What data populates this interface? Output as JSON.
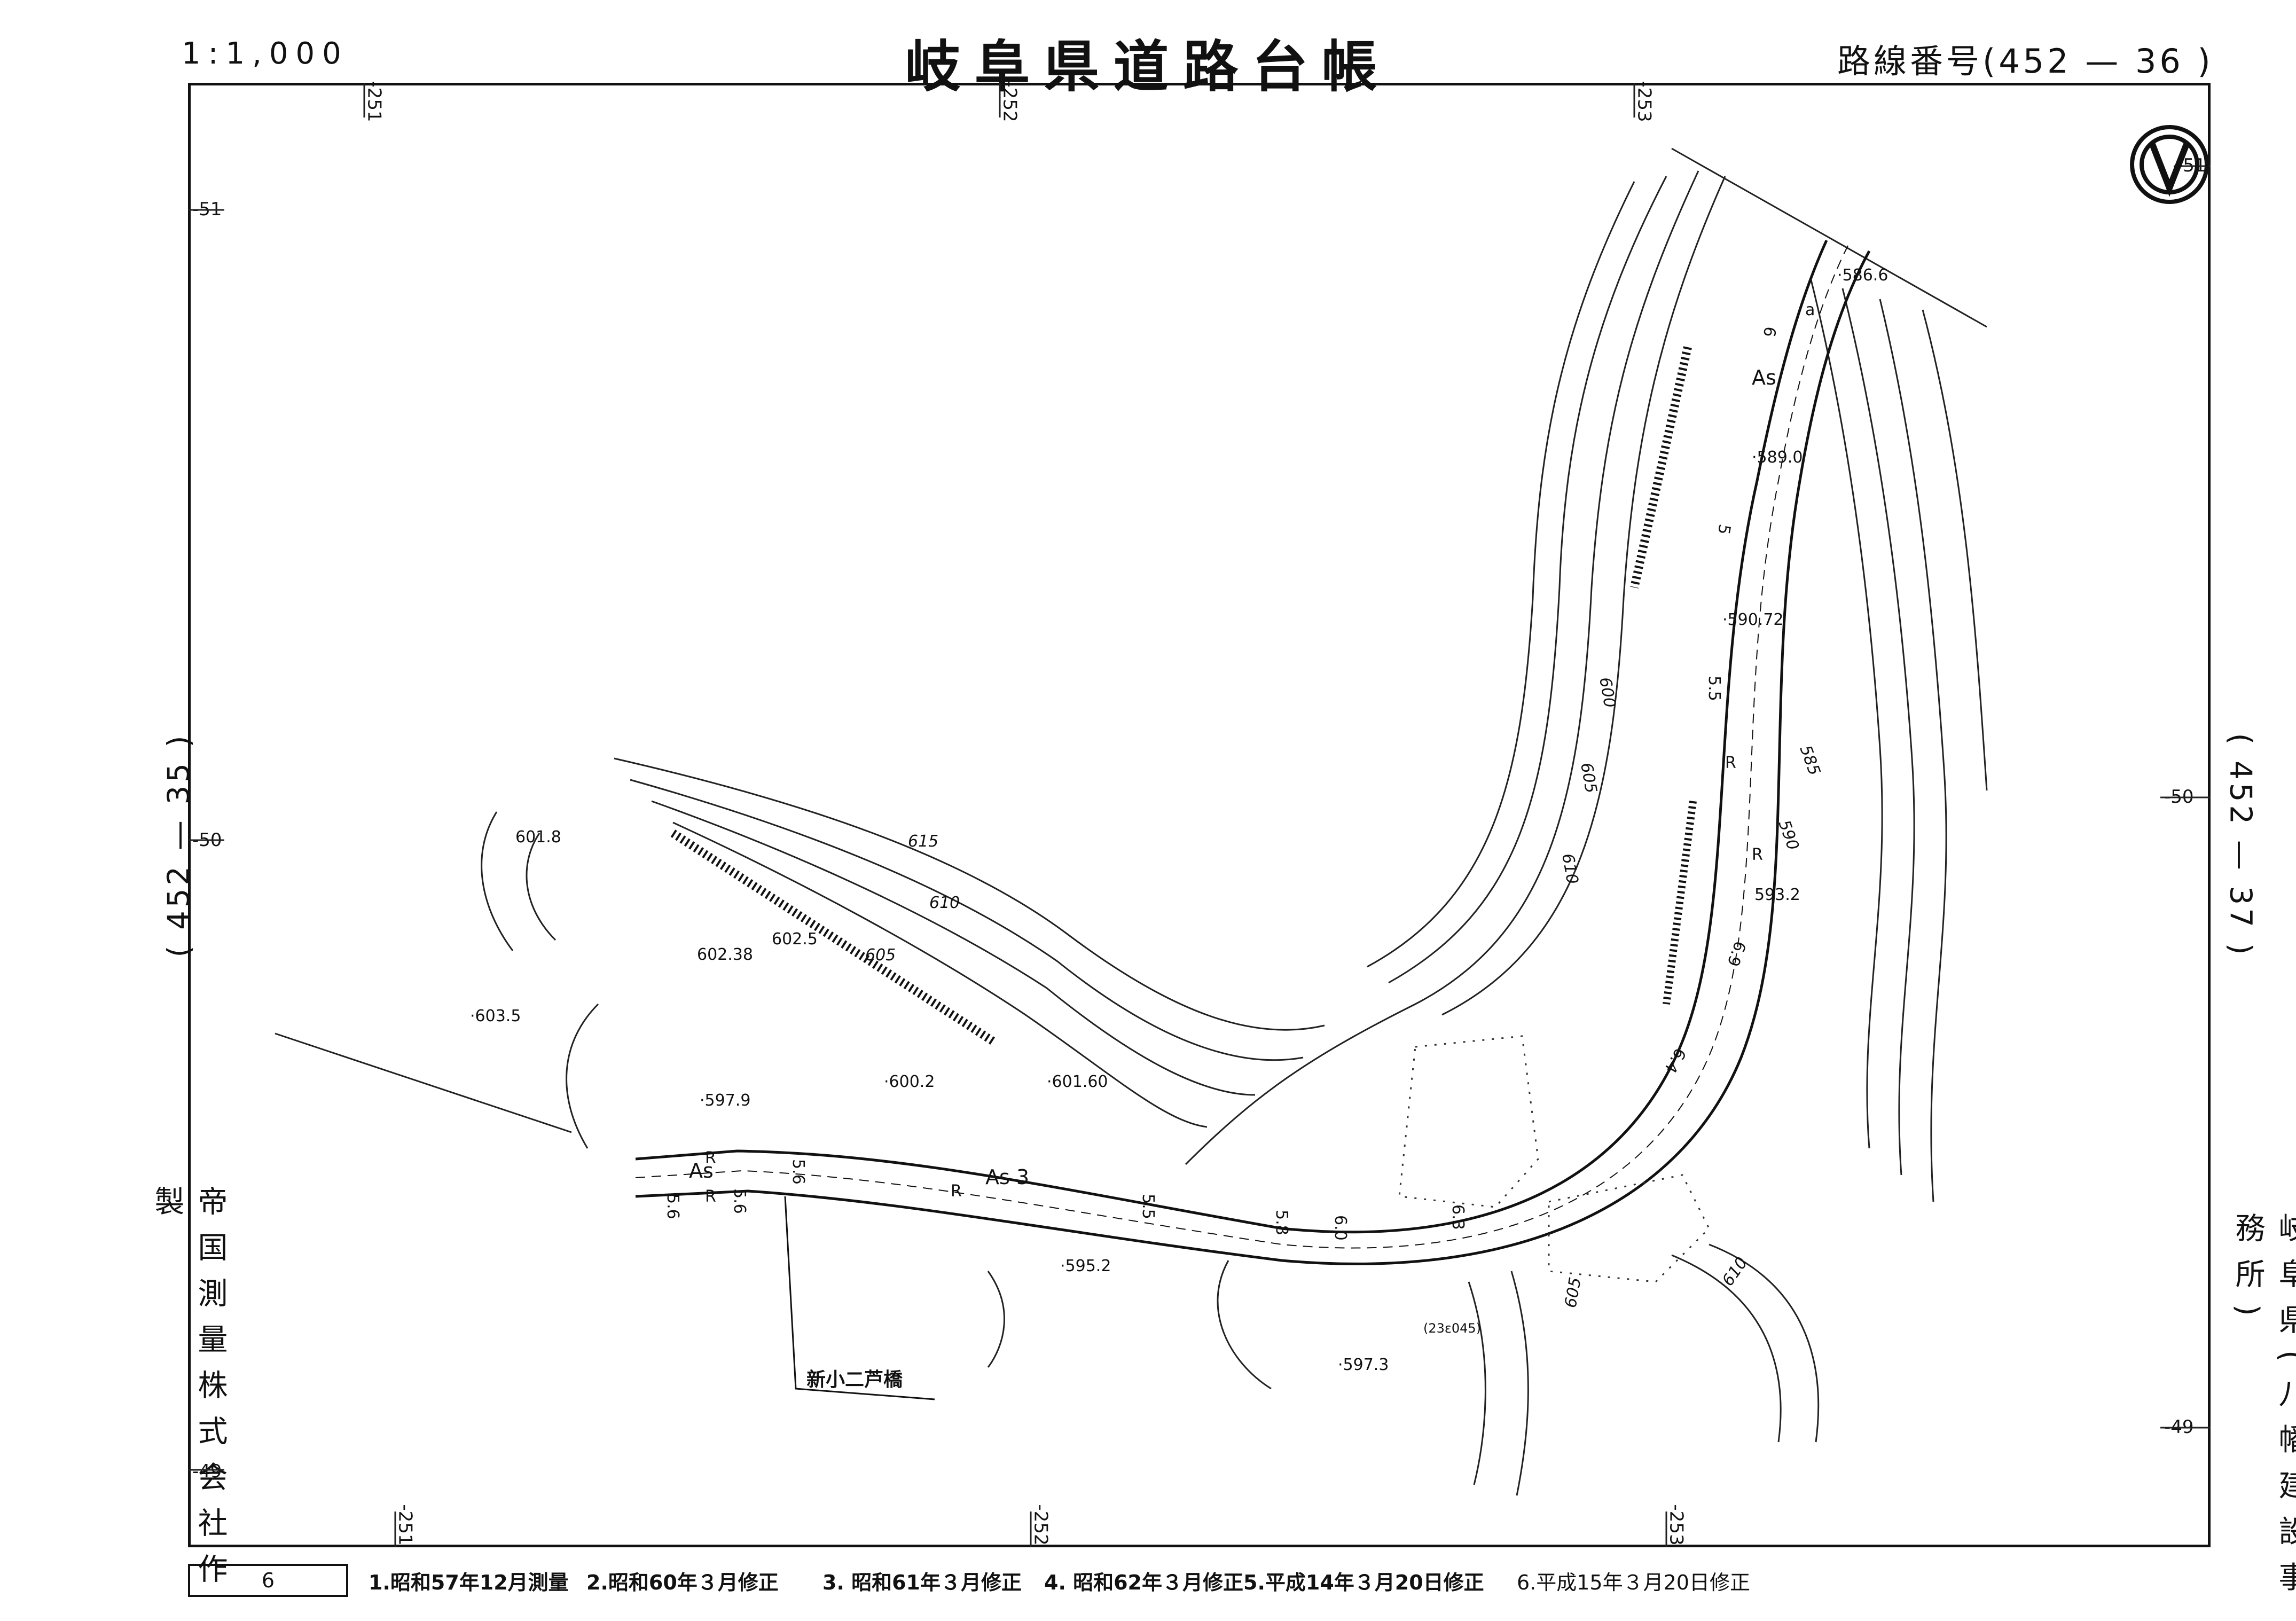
{
  "header": {
    "scale": "1:1,000",
    "title": "岐阜県道路台帳",
    "route_number": "路線番号(452 — 36 )"
  },
  "adjacent_sheets": {
    "left": "( 452 — 35 )",
    "right": "( 452 — 37 )"
  },
  "side_text": {
    "maker": "帝国測量株式会社作製",
    "office": "岐阜県(八幡建設事務所)"
  },
  "grid_labels": {
    "top": [
      "-251",
      "-252",
      "-253"
    ],
    "bottom": [
      "-251",
      "-252",
      "-253"
    ],
    "left": [
      "-51",
      "-50",
      "-49"
    ],
    "right": [
      "-51",
      "-50",
      "-49"
    ]
  },
  "map": {
    "elevations": [
      "586.6",
      "589.0",
      "590.72",
      "593.2",
      "601.8",
      "603.5",
      "602.38",
      "602.5",
      "600.2",
      "601.60",
      "597.9",
      "595.2",
      "597.3"
    ],
    "contours": [
      "615",
      "610",
      "605",
      "600",
      "605",
      "610",
      "585",
      "590",
      "605",
      "610"
    ],
    "road_marks": [
      "As",
      "As 3",
      "As",
      "R",
      "R",
      "R",
      "R",
      "R",
      "a"
    ],
    "widths": [
      "5.6",
      "5.6",
      "5.6",
      "5.5",
      "5.8",
      "6.0",
      "6.3",
      "6.4",
      "6.9",
      "5",
      "5.5",
      "6"
    ],
    "bridge_label": "新小二芦橋",
    "culvert_label": "(23ε045)"
  },
  "north_arrow": "north-arrow-icon",
  "sheet_number": "6",
  "revision_history": [
    "1.昭和57年12月測量",
    "2.昭和60年３月修正",
    "3. 昭和61年３月修正",
    "4. 昭和62年３月修正",
    "5.平成14年３月20日修正",
    "6.平成15年３月20日修正"
  ]
}
